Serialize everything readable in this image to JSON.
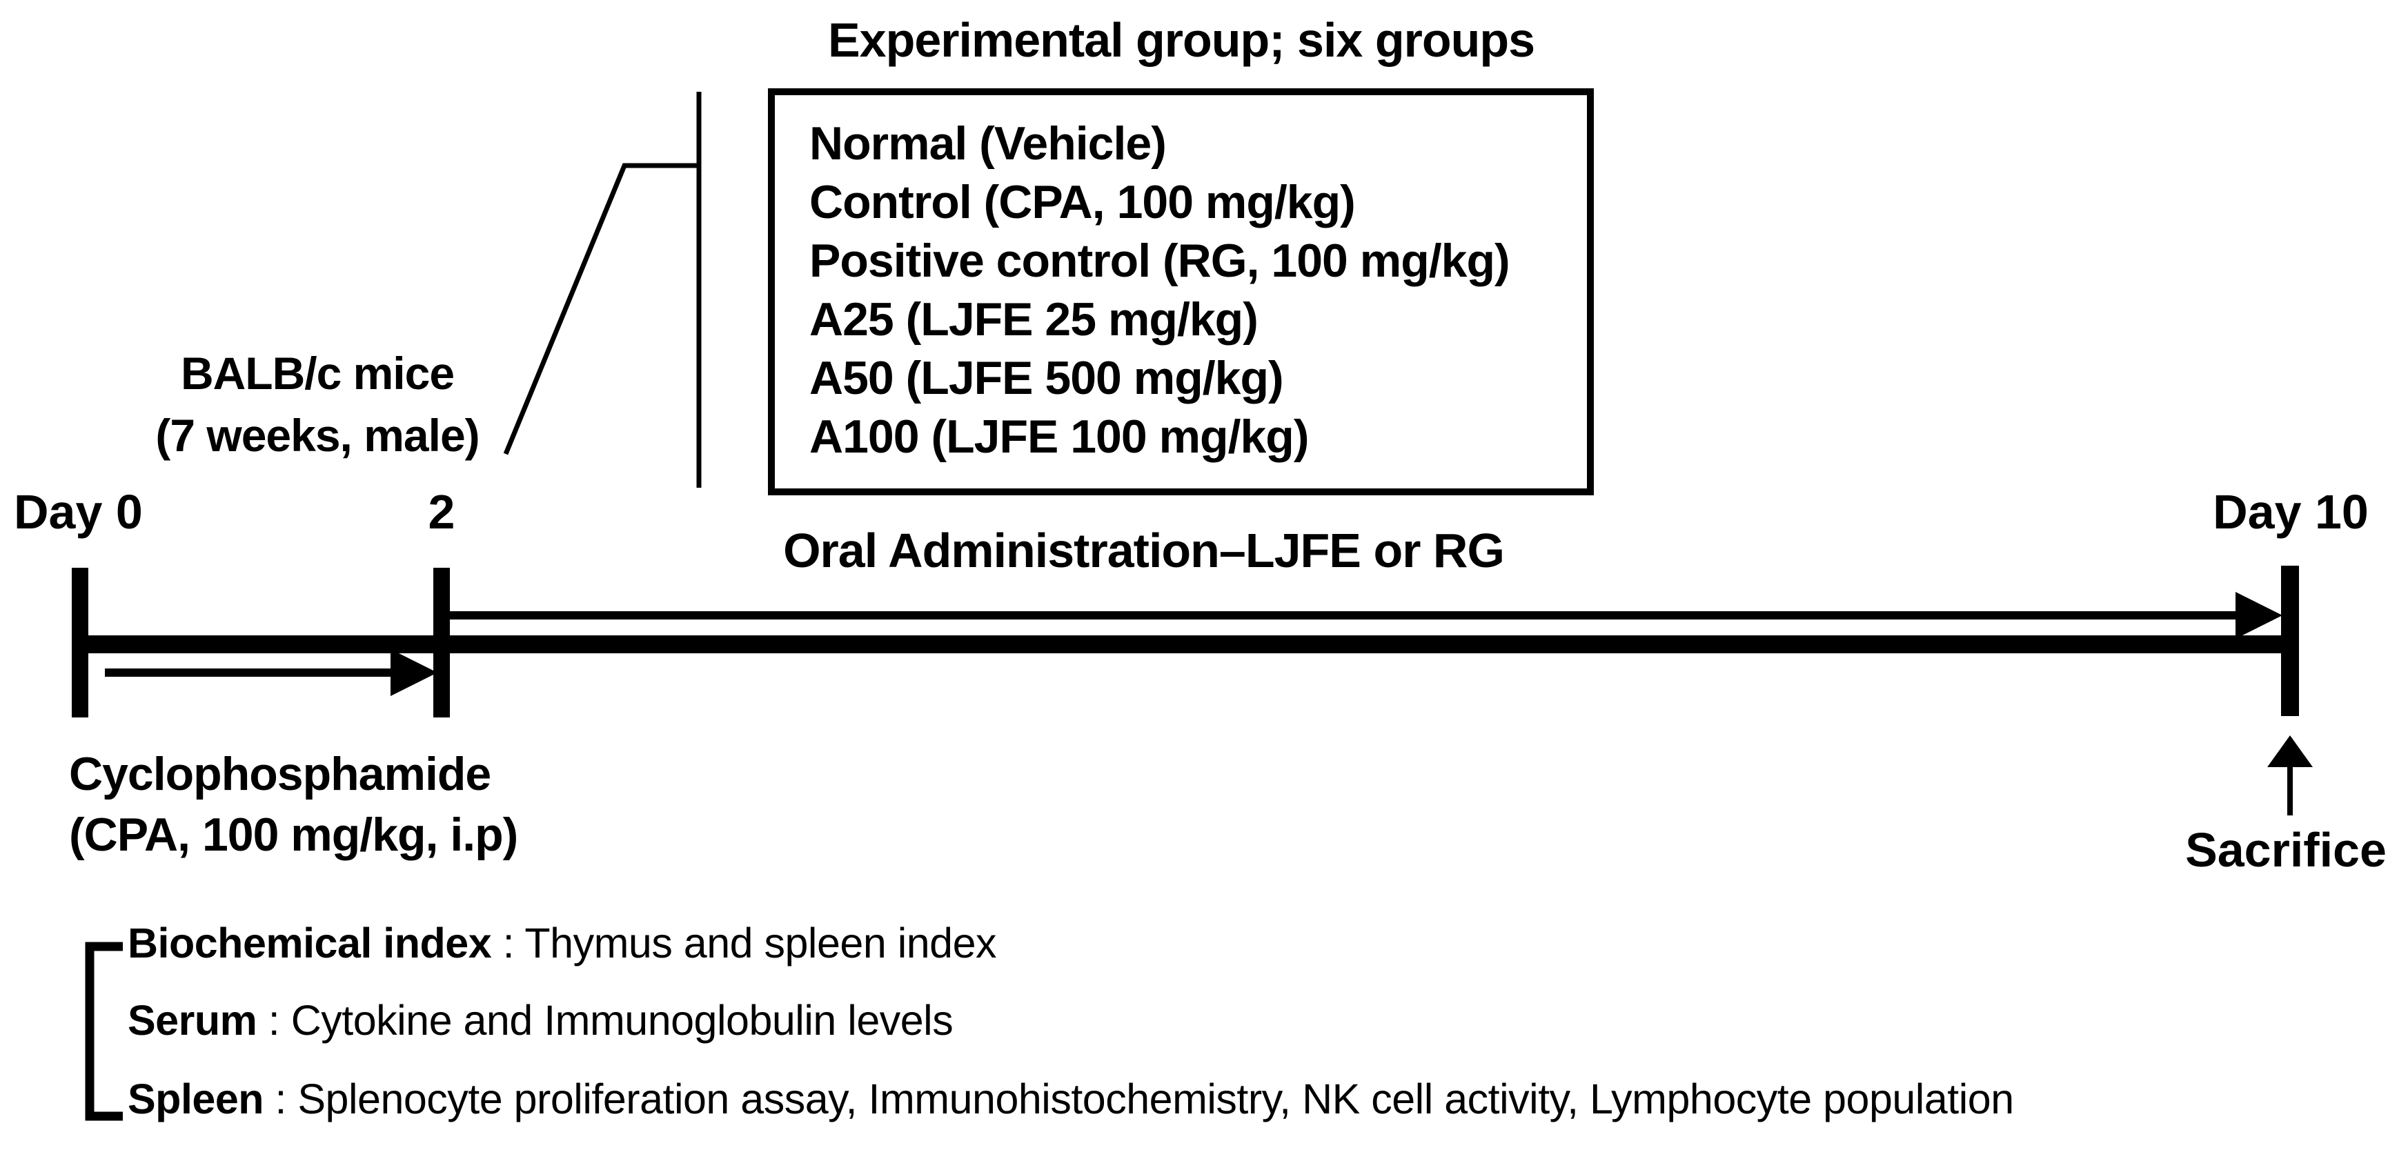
{
  "figure": {
    "title": "Experimental group; six groups",
    "groups": [
      "Normal (Vehicle)",
      "Control (CPA, 100 mg/kg)",
      "Positive control (RG, 100 mg/kg)",
      "A25 (LJFE 25 mg/kg)",
      "A50 (LJFE 500 mg/kg)",
      "A100 (LJFE 100 mg/kg)"
    ],
    "subject": {
      "line1": "BALB/c mice",
      "line2": "(7 weeks, male)"
    },
    "timeline": {
      "day0": "Day 0",
      "day2": "2",
      "day10": "Day 10",
      "oral": "Oral Administration–LJFE or RG",
      "cpa_line1": "Cyclophosphamide",
      "cpa_line2": "(CPA, 100 mg/kg, i.p)",
      "sacrifice": "Sacrifice"
    },
    "endpoints": [
      {
        "head": "Biochemical index",
        "sep": " : ",
        "rest": "Thymus and spleen index"
      },
      {
        "head": "Serum",
        "sep": " : ",
        "rest": "Cytokine and Immunoglobulin levels"
      },
      {
        "head": "Spleen",
        "sep": " : ",
        "rest": "Splenocyte proliferation assay, Immunohistochemistry, NK cell activity, Lymphocyte population"
      }
    ],
    "colors": {
      "ink": "#000000",
      "background": "#ffffff"
    }
  }
}
